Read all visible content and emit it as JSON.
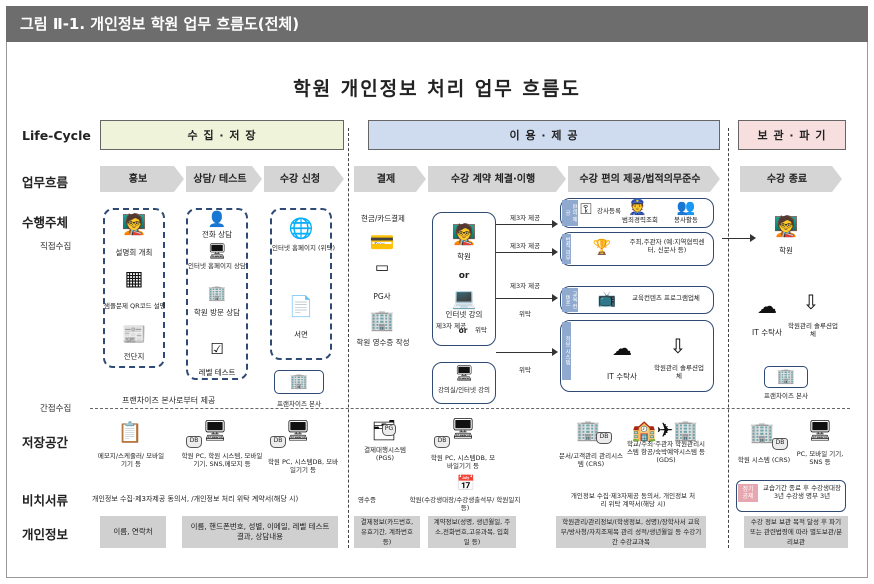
{
  "header": {
    "title": "그림 Ⅱ-1. 개인정보 학원 업무 흐름도(전체)"
  },
  "main_title": "학원 개인정보 처리 업무 흐름도",
  "rows": {
    "lifecycle": "Life-Cycle",
    "workflow": "업무흐름",
    "actor": "수행주체",
    "direct": "직접수집",
    "indirect": "간접수집",
    "storage": "저장공간",
    "documents": "비치서류",
    "personal_info": "개인정보"
  },
  "phases": {
    "collect": "수 집 · 저 장",
    "use": "이 용 · 제 공",
    "keep": "보 관 · 파 기"
  },
  "steps": {
    "promo": "홍보",
    "consult": "상담/ 테스트",
    "apply": "수강 신청",
    "pay": "결제",
    "contract": "수강 계약 체결·이행",
    "convenience": "수강 편의 제공/법적의무준수",
    "end": "수강 종료"
  },
  "promo_items": {
    "briefing": "설명회 개최",
    "qr": "샘플문제 QR코드 설명",
    "flyer": "전단지"
  },
  "consult_items": {
    "phone": "전화 상담",
    "homepage": "인터넷 홈페이지 상담",
    "visit": "학원 방문 상담",
    "test": "레벨 테스트"
  },
  "apply_items": {
    "homepage": "인터넷 홈페이지 (위탁)",
    "paper": "서면"
  },
  "pay_items": {
    "methods": "현금/카드결제",
    "pg": "PG사",
    "receipt": "학원 영수증 작성"
  },
  "contract_items": {
    "academy": "학원",
    "or1": "or",
    "online": "인터넷 강의",
    "third": "제3자 제공",
    "or2": "or",
    "consign": "위탁",
    "lecturer": "강의실/인터넷 강의"
  },
  "provide_labels": {
    "p1": "제3자 제공",
    "p2": "제3자 제공",
    "p3": "제3자 제공",
    "c1": "위탁",
    "c2": "위탁"
  },
  "convenience_items": {
    "tag1": "편의 제공",
    "lecture": "강사등록",
    "police": "범죄경력조회",
    "volunteer": "봉사활동",
    "tag2": "법적 의무",
    "ministry": "주최,주관자 (예:지역협력센터, 신문사 등)",
    "tag3": "교육 컨텐츠",
    "content": "교육컨텐츠 프로그램업체",
    "tag4": "정보 시스템",
    "it": "IT 수탁사",
    "solution": "학원관리 솔루션업체"
  },
  "end_items": {
    "academy": "학원",
    "it": "IT 수탁사",
    "solution": "학원관리 솔루션업체",
    "franchise": "프랜차이즈 본사"
  },
  "indirect": {
    "note": "프랜차이즈 본사로부터 제공",
    "franchise": "프랜차이즈 본사"
  },
  "storage": {
    "s1": "메모지/스케줄러/ 모바일기기 등",
    "s2": "학원 PC, 학원 시스템, 모바일기기, SNS,메모지 등",
    "s3": "학원 PC, 시스템DB, 모바일기기 등",
    "s4": "결제대행시스템 (PGS)",
    "s5": "학원 PC, 시스템DB, 모바일기기 등",
    "s6": "문서/고객관리 관리시스템 (CRS)",
    "s7": "학교/주최·주관자 학원관리시스템 항공/숙박예약시스템 등 (GDS)",
    "s8": "학원 시스템 (CRS)",
    "s9": "PC, 모바일 기기, SNS 등"
  },
  "documents": {
    "d1": "개인정보 수집·제3자제공 동의서, /개인정보 처리 위탁 계약서(해당 시)",
    "d2": "영수증",
    "d3": "학원(수강생대장/수강생출석부/ 학원일지 등)",
    "d4": "개인정보 수집·제3자제공 동의서, 개인정보 처리 위탁 계약서(해당 시)",
    "d5_tag": "정기 공제",
    "d5": "교습기간 종료 후 수강생대장 3년 수강생 명부 3년",
    "pg": "PG"
  },
  "personal": {
    "p1": "이름, 연락처",
    "p2": "이름, 핸드폰번호, 성별, 이메일, 레벨 테스트 결과, 상담내용",
    "p3": "결제정보(카드번호, 유효기간, 계좌번호 등)",
    "p4": "계약정보(성명, 생년월일, 주소,전화번호,고유과목, 입회일 등)",
    "p5": "학원관리/관리정보/(학생정보, 성명)/장학사서 교육부/방사청/자치조제목 관리 성적/생년월일 등 수강기간 수강교과목",
    "p6": "수강 정보 보관 목적 달성 후 파기 또는 관련법령에 따라 별도보관/분리보관"
  },
  "icons": {
    "teacher": "teacher-icon",
    "qr": "qr-icon",
    "flyer": "flyer-icon",
    "phone": "phone-icon",
    "monitor": "monitor-icon",
    "building": "building-icon",
    "checklist": "checklist-icon",
    "document": "document-icon",
    "card": "card-icon",
    "cloud": "cloud-icon",
    "database": "database-icon"
  },
  "colors": {
    "collect": "#eef3d9",
    "use": "#cfdcef",
    "keep": "#f7dedf",
    "dashed": "#2f4a75",
    "header": "#6d6d6d",
    "step": "#d5d5d5"
  }
}
